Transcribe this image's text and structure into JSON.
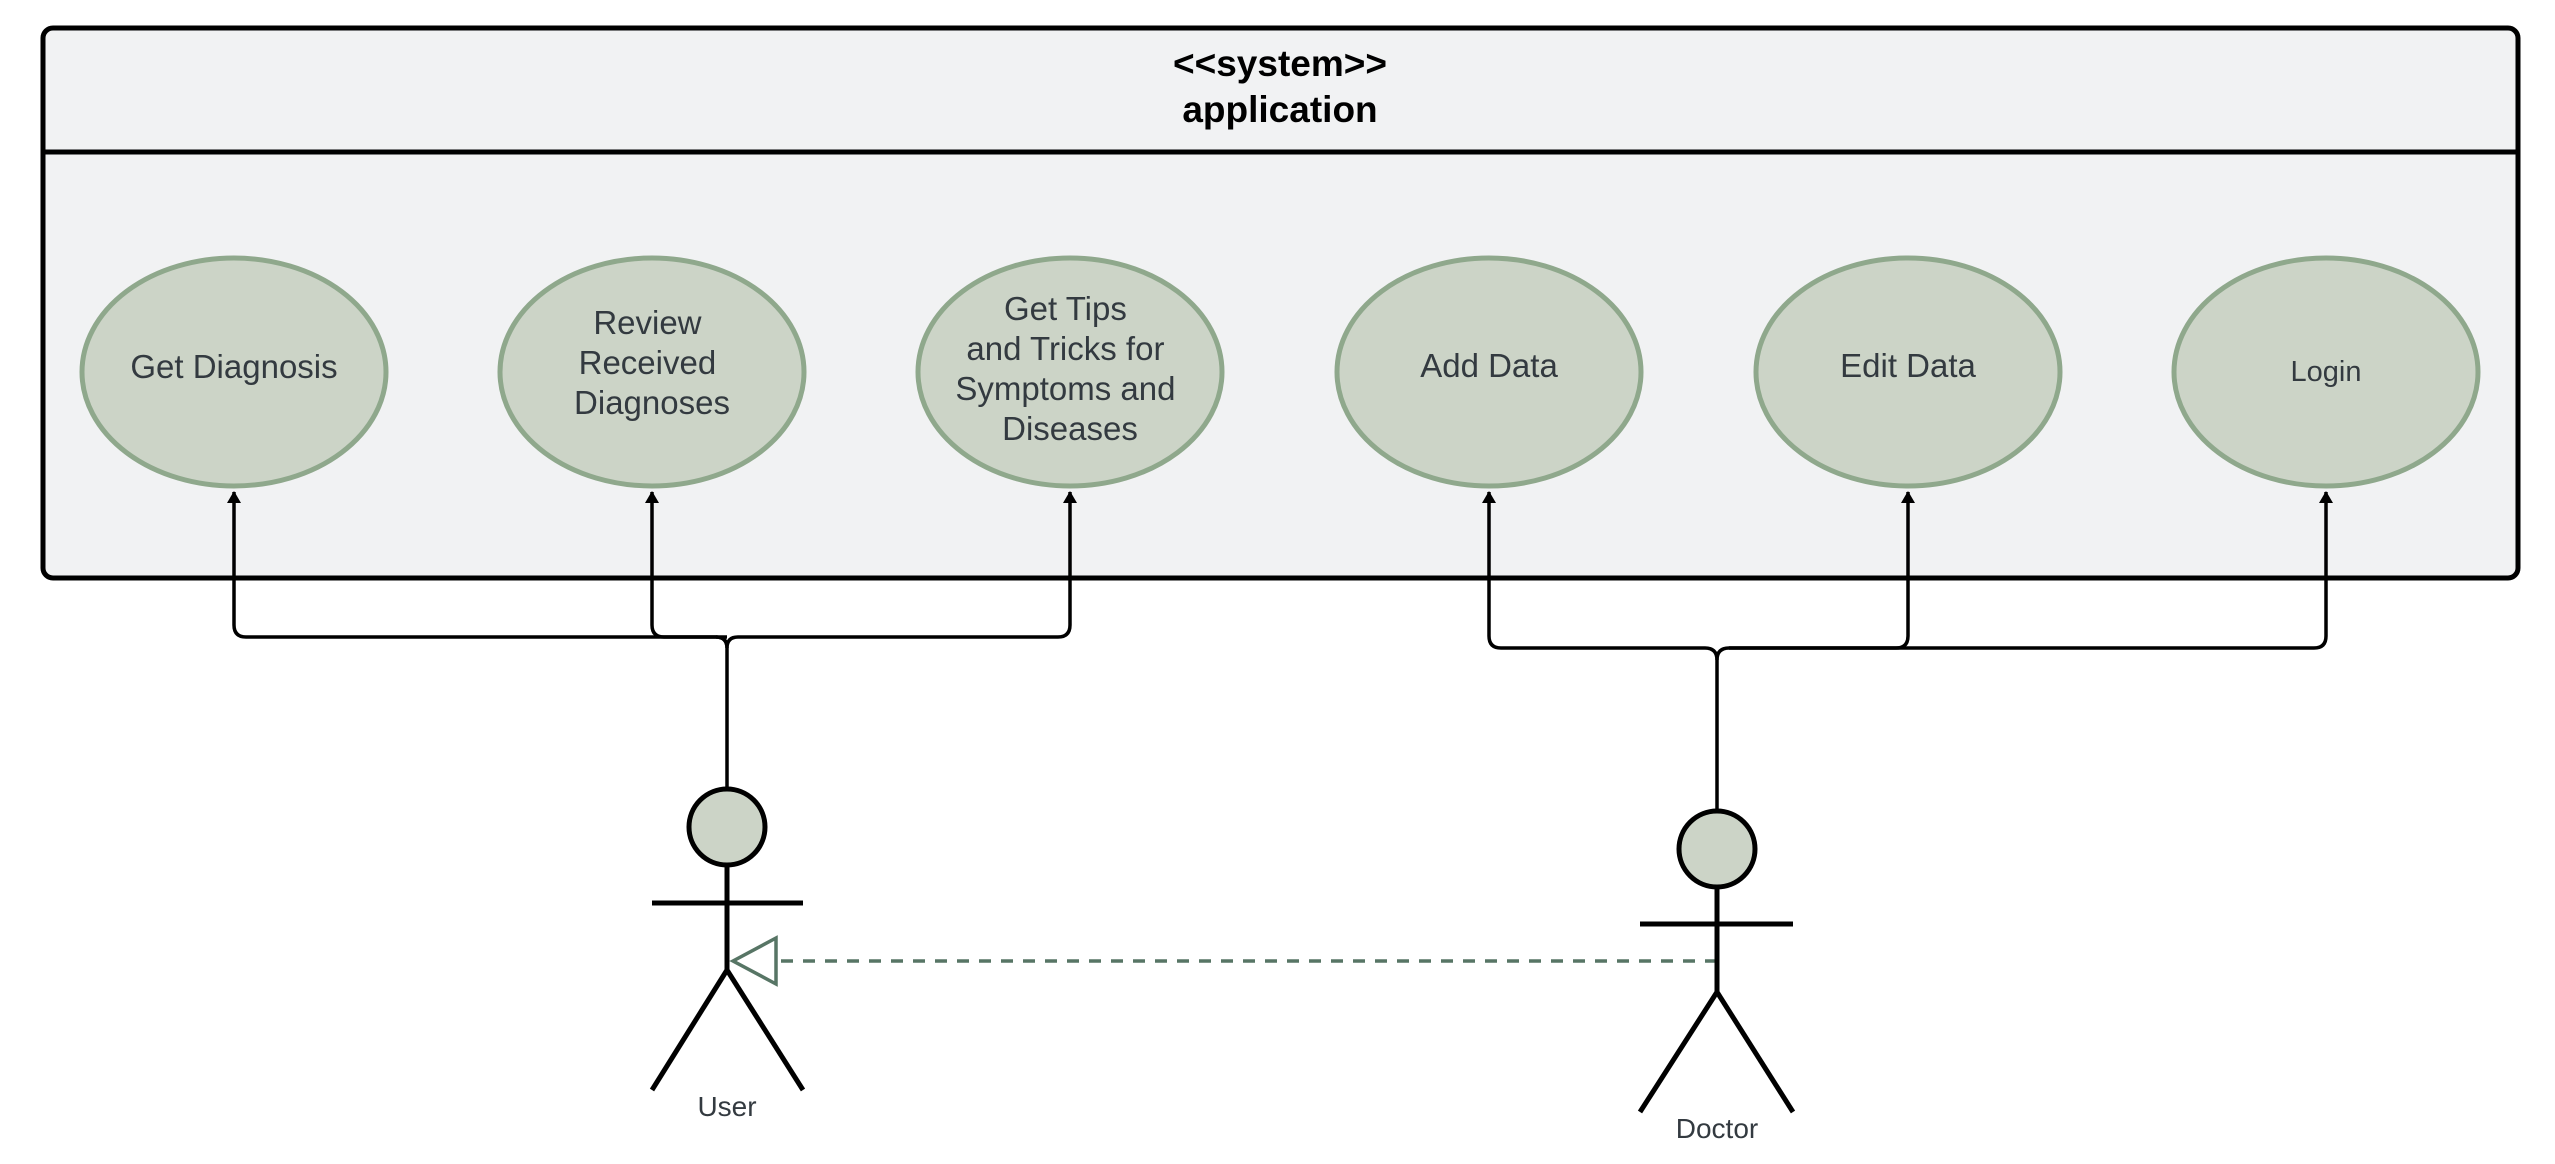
{
  "system": {
    "stereotype": "<<system>>",
    "name": "application"
  },
  "use_cases": [
    {
      "id": "get-diagnosis",
      "lines": [
        "Get Diagnosis"
      ]
    },
    {
      "id": "review-received-diagnoses",
      "lines": [
        "Review",
        "Received",
        "Diagnoses"
      ]
    },
    {
      "id": "get-tips",
      "lines": [
        "Get Tips",
        "and Tricks for",
        "Symptoms and",
        "Diseases"
      ]
    },
    {
      "id": "add-data",
      "lines": [
        "Add Data"
      ]
    },
    {
      "id": "edit-data",
      "lines": [
        "Edit Data"
      ]
    },
    {
      "id": "login",
      "lines": [
        "Login"
      ]
    }
  ],
  "actors": {
    "user": {
      "label": "User"
    },
    "doctor": {
      "label": "Doctor"
    }
  },
  "colors": {
    "use_case_fill": "#ccd4c7",
    "use_case_stroke": "#8fa88c",
    "system_fill": "#f1f2f3",
    "line": "#000000",
    "generalization": "#577565"
  }
}
